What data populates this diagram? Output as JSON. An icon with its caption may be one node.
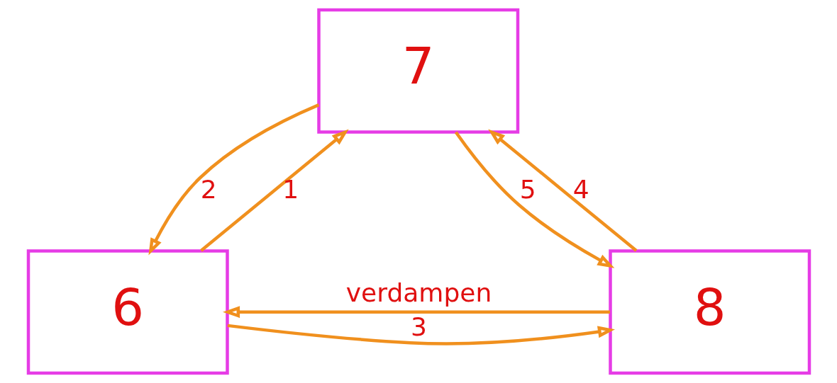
{
  "diagram": {
    "nodes": [
      {
        "text": [
          "7"
        ]
      },
      {
        "text": [
          "6"
        ]
      },
      {
        "text": [
          "8"
        ]
      }
    ],
    "edges": [
      {
        "from": 1,
        "to": 0,
        "arrow": "to",
        "label": "1"
      },
      {
        "from": 0,
        "to": 1,
        "arrow": "to",
        "label": "2"
      },
      {
        "from": 1,
        "to": 2,
        "arrow": "to",
        "label": "3"
      },
      {
        "from": 2,
        "to": 0,
        "arrow": "to",
        "label": "4"
      },
      {
        "from": 0,
        "to": 2,
        "arrow": "to",
        "label": "5"
      },
      {
        "from": 2,
        "to": 1,
        "arrow": "to",
        "label": "verdampen"
      }
    ]
  }
}
